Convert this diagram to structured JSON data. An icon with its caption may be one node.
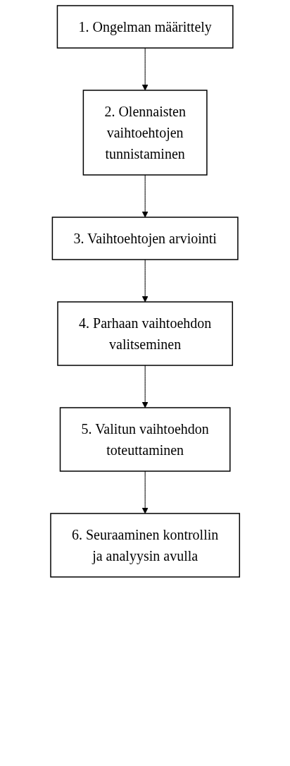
{
  "diagram": {
    "nodes": [
      {
        "text": [
          "1. Ongelman määrittely"
        ]
      },
      {
        "text": [
          "2. Olennaisten vaihtoehtojen tunnistaminen"
        ]
      },
      {
        "text": [
          "3. Vaihtoehtojen arviointi"
        ]
      },
      {
        "text": [
          "4. Parhaan vaihtoehdon valitseminen"
        ]
      },
      {
        "text": [
          "5. Valitun vaihtoehdon toteuttaminen"
        ]
      },
      {
        "text": [
          "6. Seuraaminen kontrollin ja analyysin avulla"
        ]
      }
    ],
    "edges": [
      {
        "from": 0,
        "to": 1,
        "arrow": "to"
      },
      {
        "from": 1,
        "to": 2,
        "arrow": "to"
      },
      {
        "from": 2,
        "to": 3,
        "arrow": "to"
      },
      {
        "from": 3,
        "to": 4,
        "arrow": "to"
      },
      {
        "from": 4,
        "to": 5,
        "arrow": "to"
      }
    ]
  }
}
